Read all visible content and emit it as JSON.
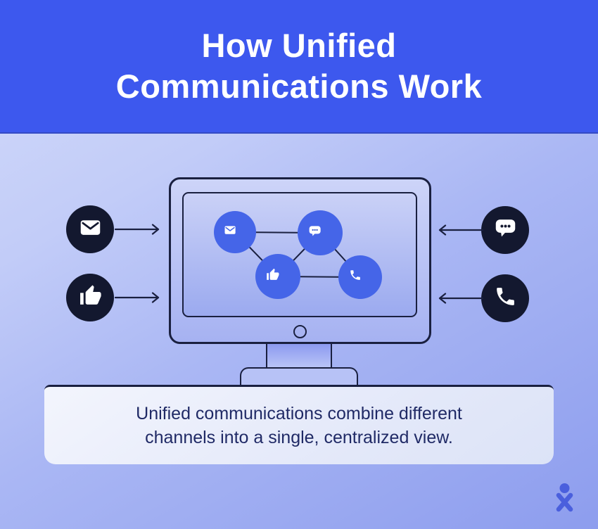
{
  "header": {
    "title_line1": "How Unified",
    "title_line2": "Communications Work",
    "bg_color": "#3d58ee",
    "text_color": "#ffffff"
  },
  "diagram": {
    "left_sources": [
      {
        "icon": "email-icon"
      },
      {
        "icon": "thumbs-up-icon"
      }
    ],
    "right_sources": [
      {
        "icon": "chat-icon"
      },
      {
        "icon": "phone-icon"
      }
    ],
    "monitor_channels": [
      {
        "icon": "email-icon"
      },
      {
        "icon": "chat-icon"
      },
      {
        "icon": "thumbs-up-icon"
      },
      {
        "icon": "phone-icon"
      }
    ],
    "colors": {
      "channel_circle_blue": "#4565e8",
      "source_circle_dark": "#13182f",
      "outline_navy": "#1a2040",
      "body_gradient_light": "#d3dbfa",
      "body_gradient_dark": "#8d9dee"
    }
  },
  "caption": {
    "line1": "Unified communications combine different",
    "line2": "channels into a single, centralized view.",
    "text_color": "#202a66"
  },
  "logo": {
    "name": "nextiva-x-logo",
    "color": "#4a5fdd"
  }
}
